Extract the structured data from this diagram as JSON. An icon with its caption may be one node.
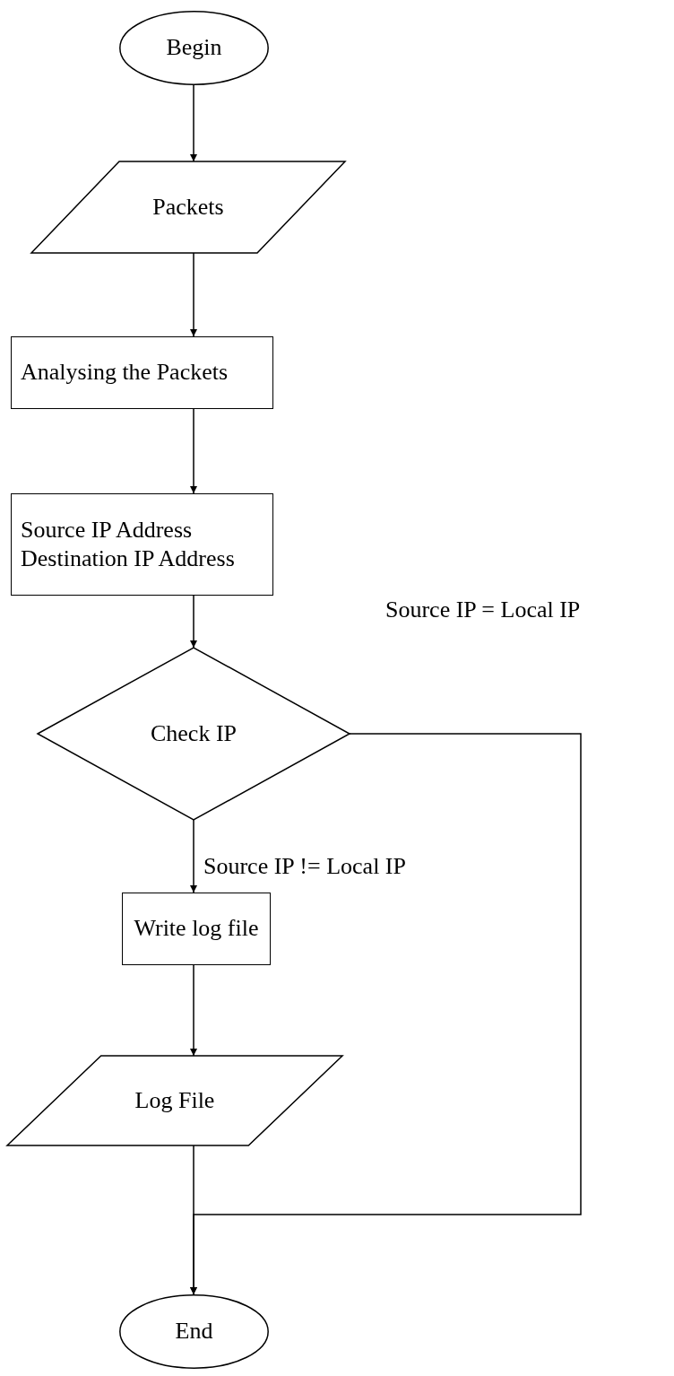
{
  "diagram": {
    "nodes": [
      {
        "text": [
          "Begin"
        ]
      },
      {
        "text": [
          "Packets"
        ]
      },
      {
        "text": [
          "Analysing the Packets"
        ]
      },
      {
        "text": [
          "Source IP Address Destination IP Address"
        ]
      },
      {
        "text": [
          "Check IP"
        ]
      },
      {
        "text": [
          "Write log file"
        ]
      },
      {
        "text": [
          "Log File"
        ]
      },
      {
        "text": [
          "End"
        ]
      }
    ],
    "edges": [
      {
        "from": 0,
        "to": 1,
        "arrow": "to"
      },
      {
        "from": 1,
        "to": 2,
        "arrow": "to"
      },
      {
        "from": 2,
        "to": 3,
        "arrow": "to"
      },
      {
        "from": 3,
        "to": 4,
        "arrow": "to"
      },
      {
        "from": 4,
        "to": 5,
        "arrow": "to",
        "label": "Source IP != Local IP"
      },
      {
        "from": 5,
        "to": 6,
        "arrow": "to"
      },
      {
        "from": 6,
        "to": 7,
        "arrow": "to"
      },
      {
        "from": 4,
        "to": 7,
        "arrow": "to",
        "label": "Source IP = Local IP"
      }
    ]
  }
}
